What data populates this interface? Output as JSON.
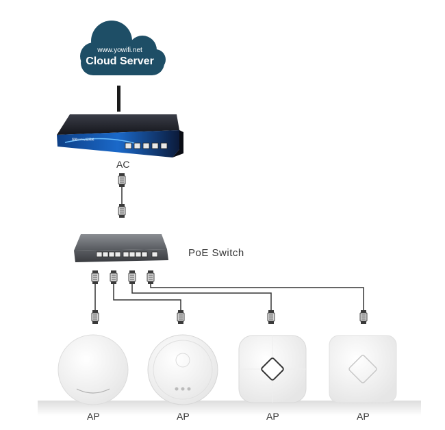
{
  "cloud": {
    "url": "www.yowifi.net",
    "title": "Cloud Server",
    "color": "#1e4e66"
  },
  "ac": {
    "label": "AC",
    "brand_text": "智能WIFI认证网关"
  },
  "switch": {
    "label": "PoE Switch"
  },
  "access_points": [
    {
      "label": "AP",
      "style": "round-plain"
    },
    {
      "label": "AP",
      "style": "round-dots"
    },
    {
      "label": "AP",
      "style": "square-diamond"
    },
    {
      "label": "AP",
      "style": "square-diamond-light"
    }
  ],
  "colors": {
    "cable": "#444444",
    "device_dark": "#1a1a24",
    "device_accent": "#1565c0",
    "switch_body": "#5a5d62"
  }
}
